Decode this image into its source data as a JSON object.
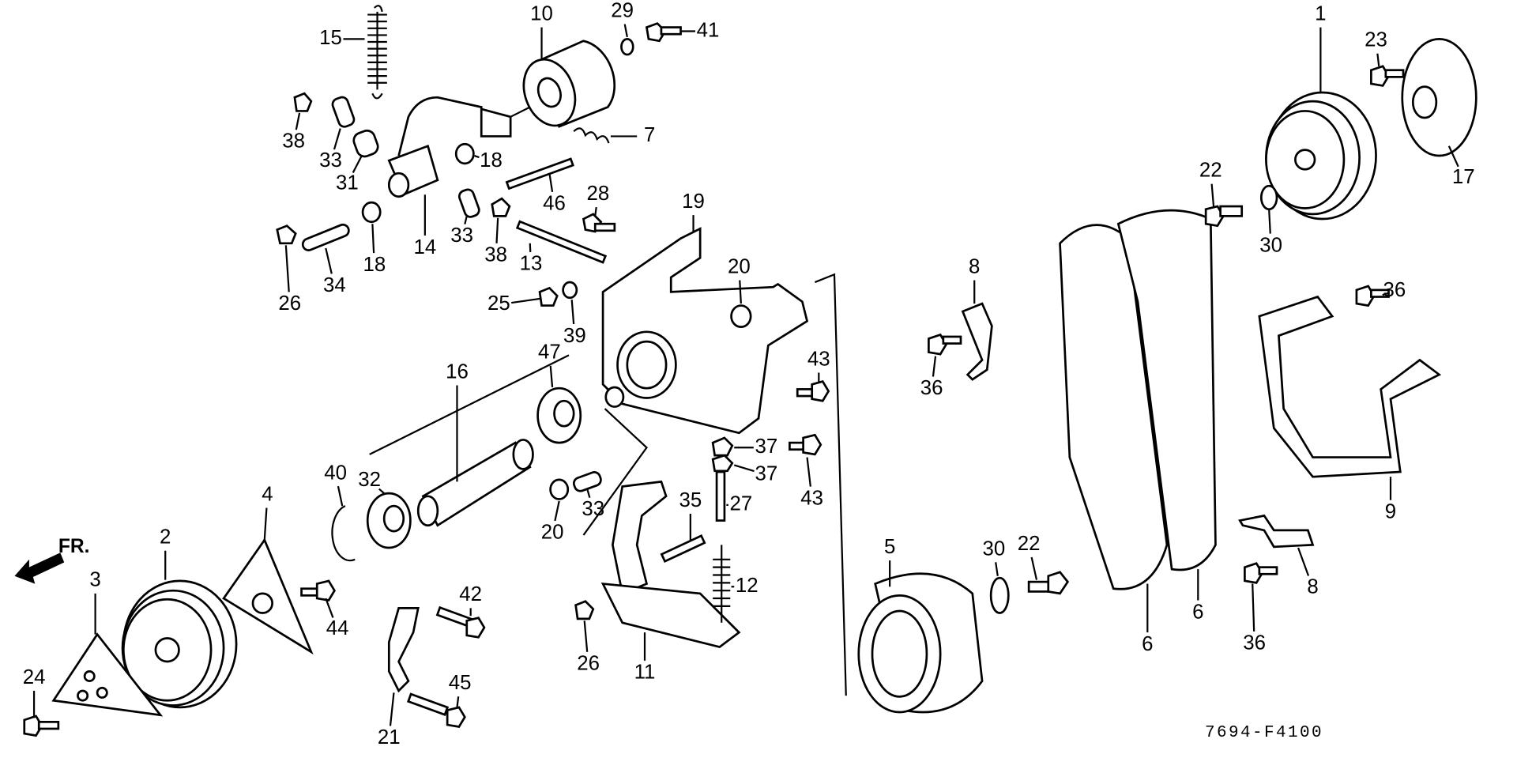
{
  "diagram": {
    "drawing_code": "7694-F4100",
    "front_indicator": "FR.",
    "callouts": [
      "15",
      "10",
      "29",
      "41",
      "1",
      "23",
      "38",
      "33",
      "31",
      "18",
      "7",
      "17",
      "22",
      "46",
      "28",
      "19",
      "30",
      "14",
      "18",
      "33",
      "38",
      "13",
      "26",
      "34",
      "20",
      "8",
      "36",
      "25",
      "39",
      "36",
      "43",
      "16",
      "47",
      "37",
      "37",
      "40",
      "32",
      "43",
      "27",
      "33",
      "4",
      "35",
      "20",
      "9",
      "2",
      "5",
      "30",
      "22",
      "3",
      "12",
      "8",
      "44",
      "42",
      "6",
      "6",
      "36",
      "26",
      "11",
      "24",
      "45",
      "21"
    ]
  }
}
